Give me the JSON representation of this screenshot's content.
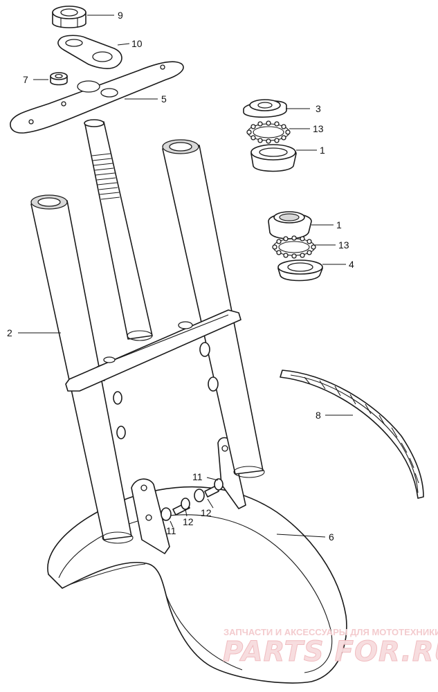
{
  "callouts": {
    "c9": "9",
    "c10": "10",
    "c7": "7",
    "c5": "5",
    "c3": "3",
    "c13a": "13",
    "c1a": "1",
    "c1b": "1",
    "c13b": "13",
    "c4": "4",
    "c2": "2",
    "c8": "8",
    "c11a": "11",
    "c12a": "12",
    "c11b": "11",
    "c12b": "12",
    "c6": "6"
  },
  "watermark": {
    "caption": "ЗАПЧАСТИ И АКСЕССУАРЫ ДЛЯ МОТОТЕХНИКИ",
    "logo": "PARTS FOR.RU"
  }
}
